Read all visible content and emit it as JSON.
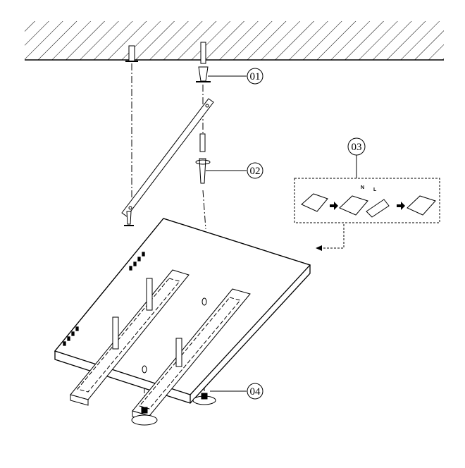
{
  "diagram": {
    "callouts": [
      {
        "id": "01",
        "part": "ceiling-anchor"
      },
      {
        "id": "02",
        "part": "mounting-screw"
      },
      {
        "id": "03",
        "part": "wiring-connection"
      },
      {
        "id": "04",
        "part": "fixing-cap"
      }
    ],
    "wiring_marks": {
      "neutral": "N",
      "live": "L"
    },
    "colors": {
      "line": "#000000",
      "background": "#ffffff"
    }
  }
}
